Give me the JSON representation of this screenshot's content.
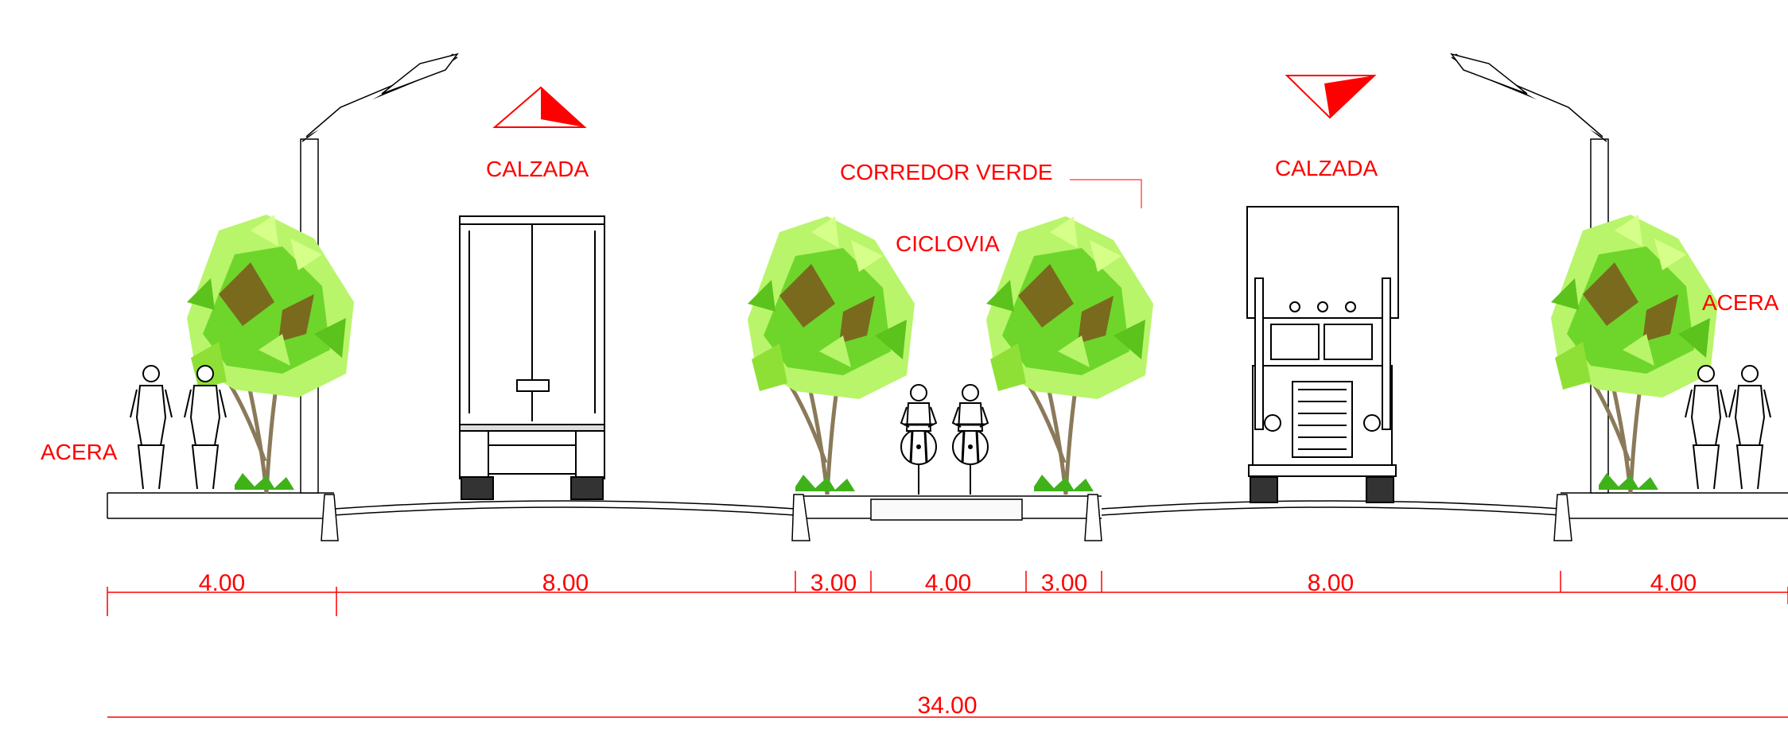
{
  "labels": {
    "acera_left": "ACERA",
    "acera_right": "ACERA",
    "calzada_left": "CALZADA",
    "calzada_right": "CALZADA",
    "corredor_verde": "CORREDOR VERDE",
    "ciclovia": "CICLOVIA"
  },
  "dimensions": {
    "segments": [
      "4.00",
      "8.00",
      "3.00",
      "4.00",
      "3.00",
      "8.00",
      "4.00"
    ],
    "total": "34.00"
  },
  "colors": {
    "annotation": "#ff0000",
    "line": "#000000",
    "foliage_light": "#b8f56a",
    "foliage_mid": "#6ed62a",
    "foliage_dark": "#7a6a1e",
    "trunk": "#8a7a5a"
  },
  "icons": [
    "street-lamp-icon",
    "north-arrow-icon",
    "tree-icon",
    "truck-icon",
    "cyclist-icon",
    "pedestrian-icon"
  ]
}
